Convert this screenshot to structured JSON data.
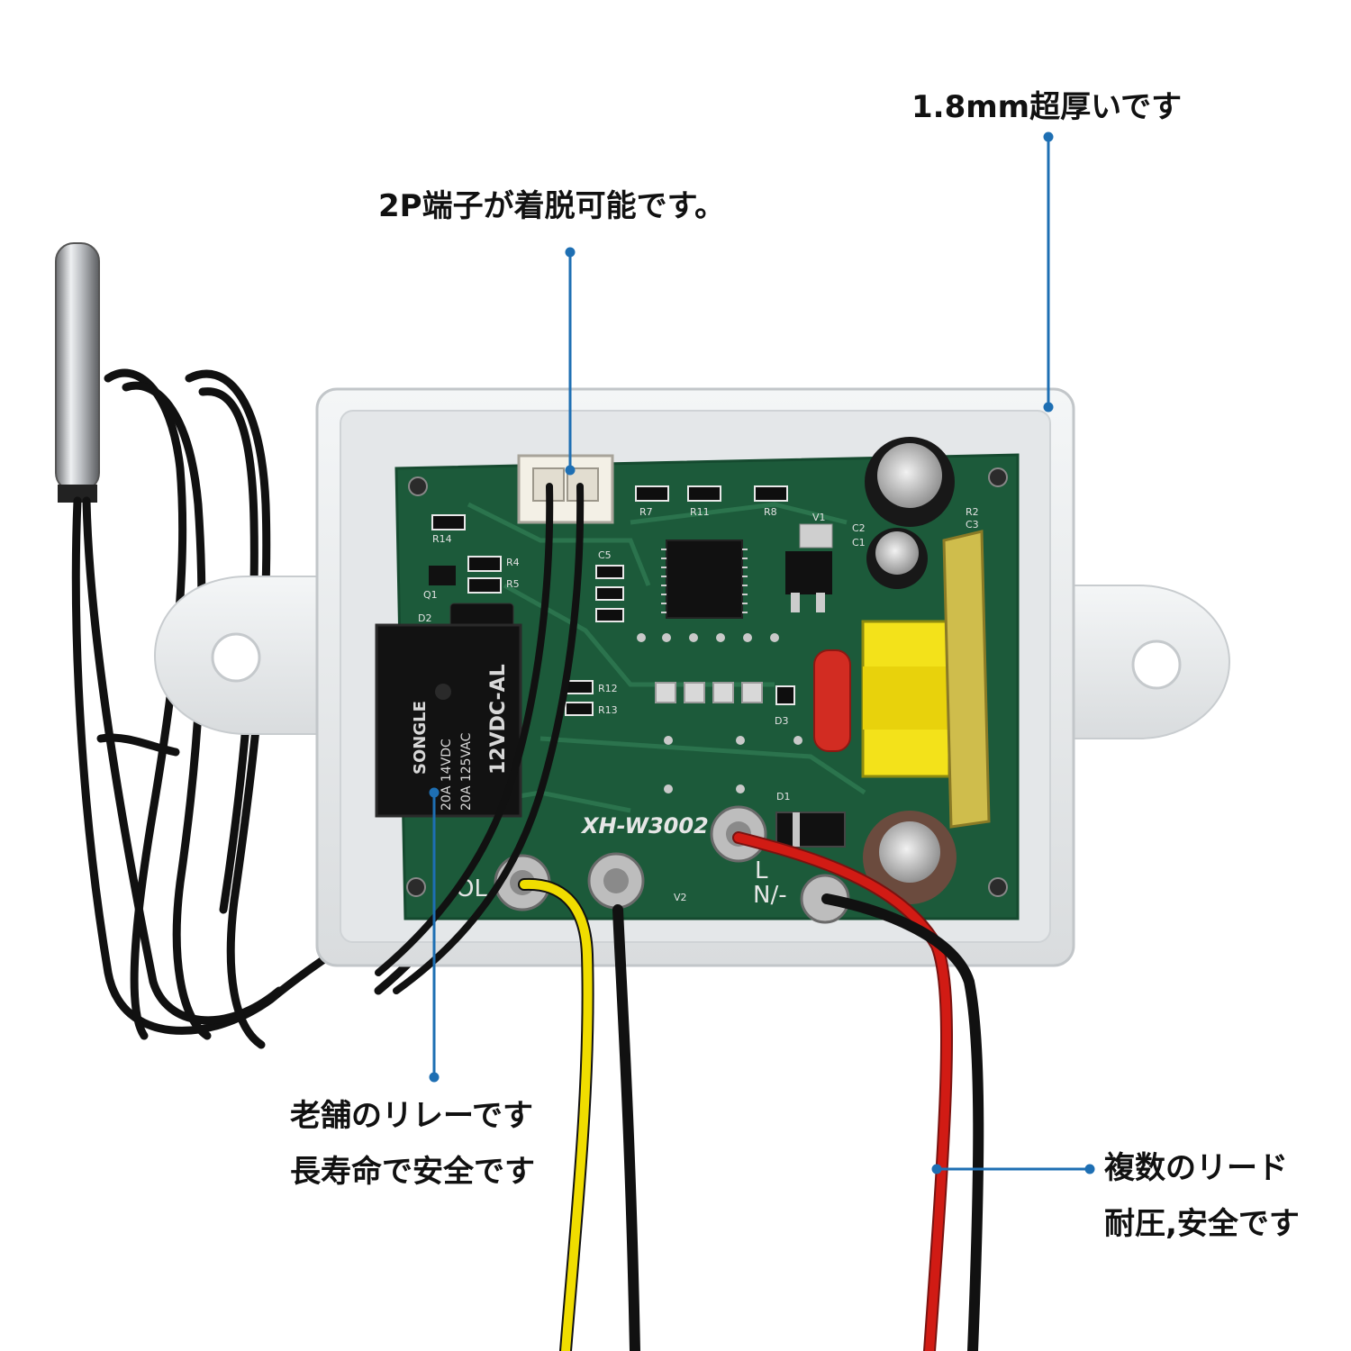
{
  "callouts": {
    "thickness": "1.8mm超厚いです",
    "terminal": "2P端子が着脱可能です。",
    "relay": [
      "老舗のリレーです",
      "長寿命で安全です"
    ],
    "leads": [
      "複数のリード",
      "耐圧,安全です"
    ]
  },
  "board": {
    "model": "XH-W3002",
    "relay_brand": "SONGLE",
    "relay_coil": "12VDC-AL",
    "relay_rating_1": "20A 14VDC",
    "relay_rating_2": "20A 125VAC",
    "terminal_left": "OL",
    "terminal_power_l": "L",
    "terminal_power_n": "N/-",
    "labels": [
      "R14",
      "Q1",
      "D2",
      "R4",
      "R5",
      "C5",
      "R7",
      "R11",
      "R8",
      "V1",
      "C2",
      "C1",
      "R2",
      "C3",
      "R12",
      "R13",
      "D3",
      "D1",
      "V2"
    ]
  },
  "colors": {
    "accent_line": "#1e6fb3",
    "pcb": "#1c5a3a",
    "housing": "#eceeef",
    "wire_red": "#d11b14",
    "wire_yellow": "#f0dd00",
    "wire_black": "#111111"
  }
}
